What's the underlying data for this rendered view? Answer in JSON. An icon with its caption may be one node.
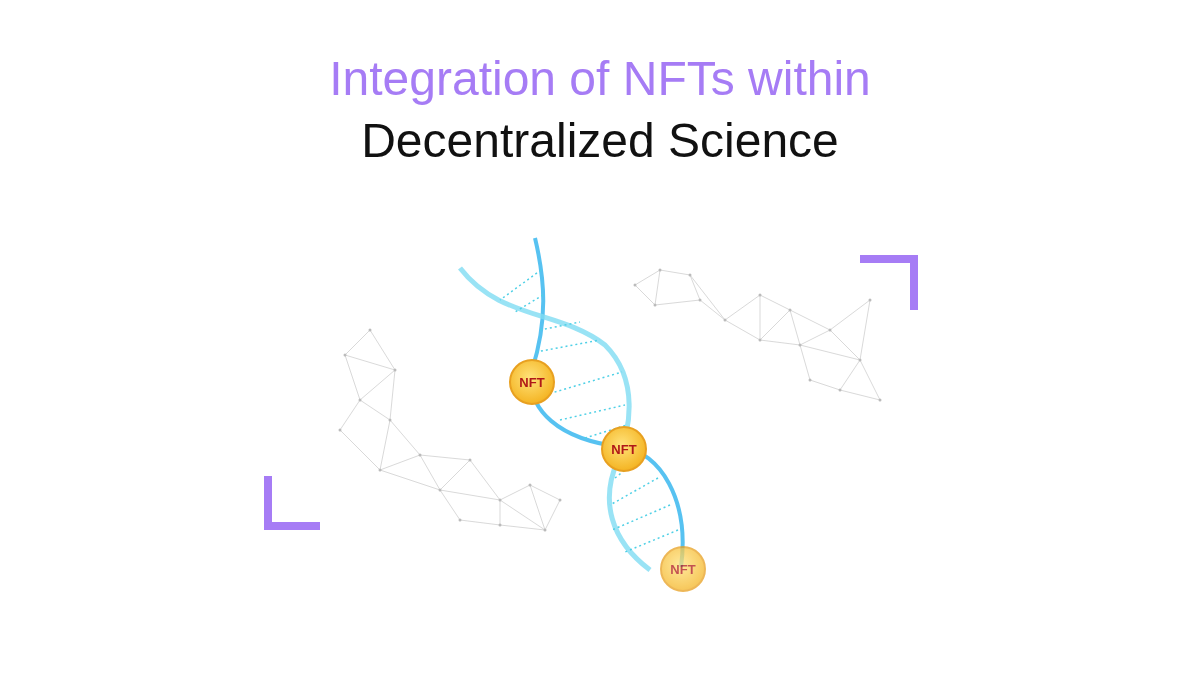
{
  "diagram": {
    "title": "Integration of NFTs within Decentralized Science",
    "nodes": [
      {
        "text": [
          "NFT"
        ]
      },
      {
        "text": [
          "NFT"
        ]
      },
      {
        "text": [
          "NFT"
        ]
      }
    ]
  }
}
